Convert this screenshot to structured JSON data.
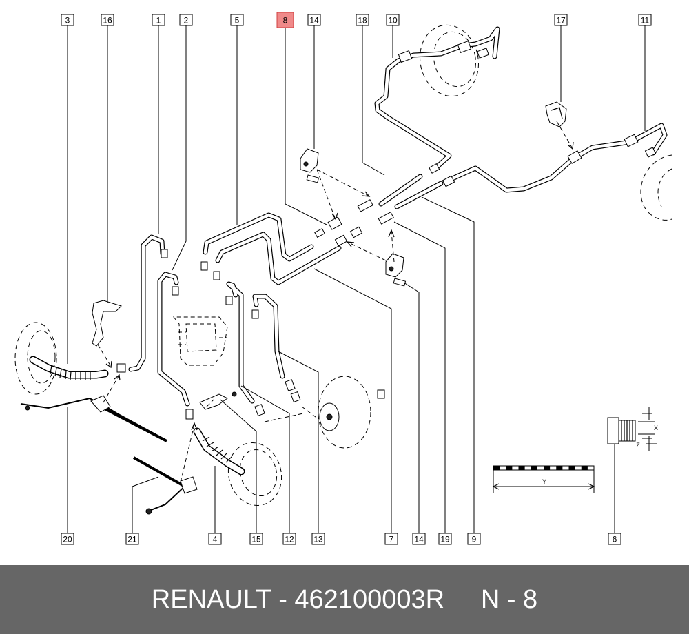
{
  "callouts_top": [
    {
      "id": "c3",
      "label": "3"
    },
    {
      "id": "c16",
      "label": "16"
    },
    {
      "id": "c1",
      "label": "1"
    },
    {
      "id": "c2",
      "label": "2"
    },
    {
      "id": "c5",
      "label": "5"
    },
    {
      "id": "c8",
      "label": "8",
      "highlighted": true
    },
    {
      "id": "c14a",
      "label": "14"
    },
    {
      "id": "c18",
      "label": "18"
    },
    {
      "id": "c10",
      "label": "10"
    },
    {
      "id": "c17",
      "label": "17"
    },
    {
      "id": "c11",
      "label": "11"
    }
  ],
  "callouts_bottom": [
    {
      "id": "c20",
      "label": "20"
    },
    {
      "id": "c21",
      "label": "21"
    },
    {
      "id": "c4",
      "label": "4"
    },
    {
      "id": "c15",
      "label": "15"
    },
    {
      "id": "c12",
      "label": "12"
    },
    {
      "id": "c13",
      "label": "13"
    },
    {
      "id": "c7",
      "label": "7"
    },
    {
      "id": "c14b",
      "label": "14"
    },
    {
      "id": "c19",
      "label": "19"
    },
    {
      "id": "c9",
      "label": "9"
    },
    {
      "id": "c6",
      "label": "6"
    }
  ],
  "dimensions": {
    "x": "X",
    "y": "Y",
    "z": "Z"
  },
  "highlight_color": "#f08a8a",
  "footer": {
    "text": "RENAULT - 462100003R     N - 8"
  }
}
